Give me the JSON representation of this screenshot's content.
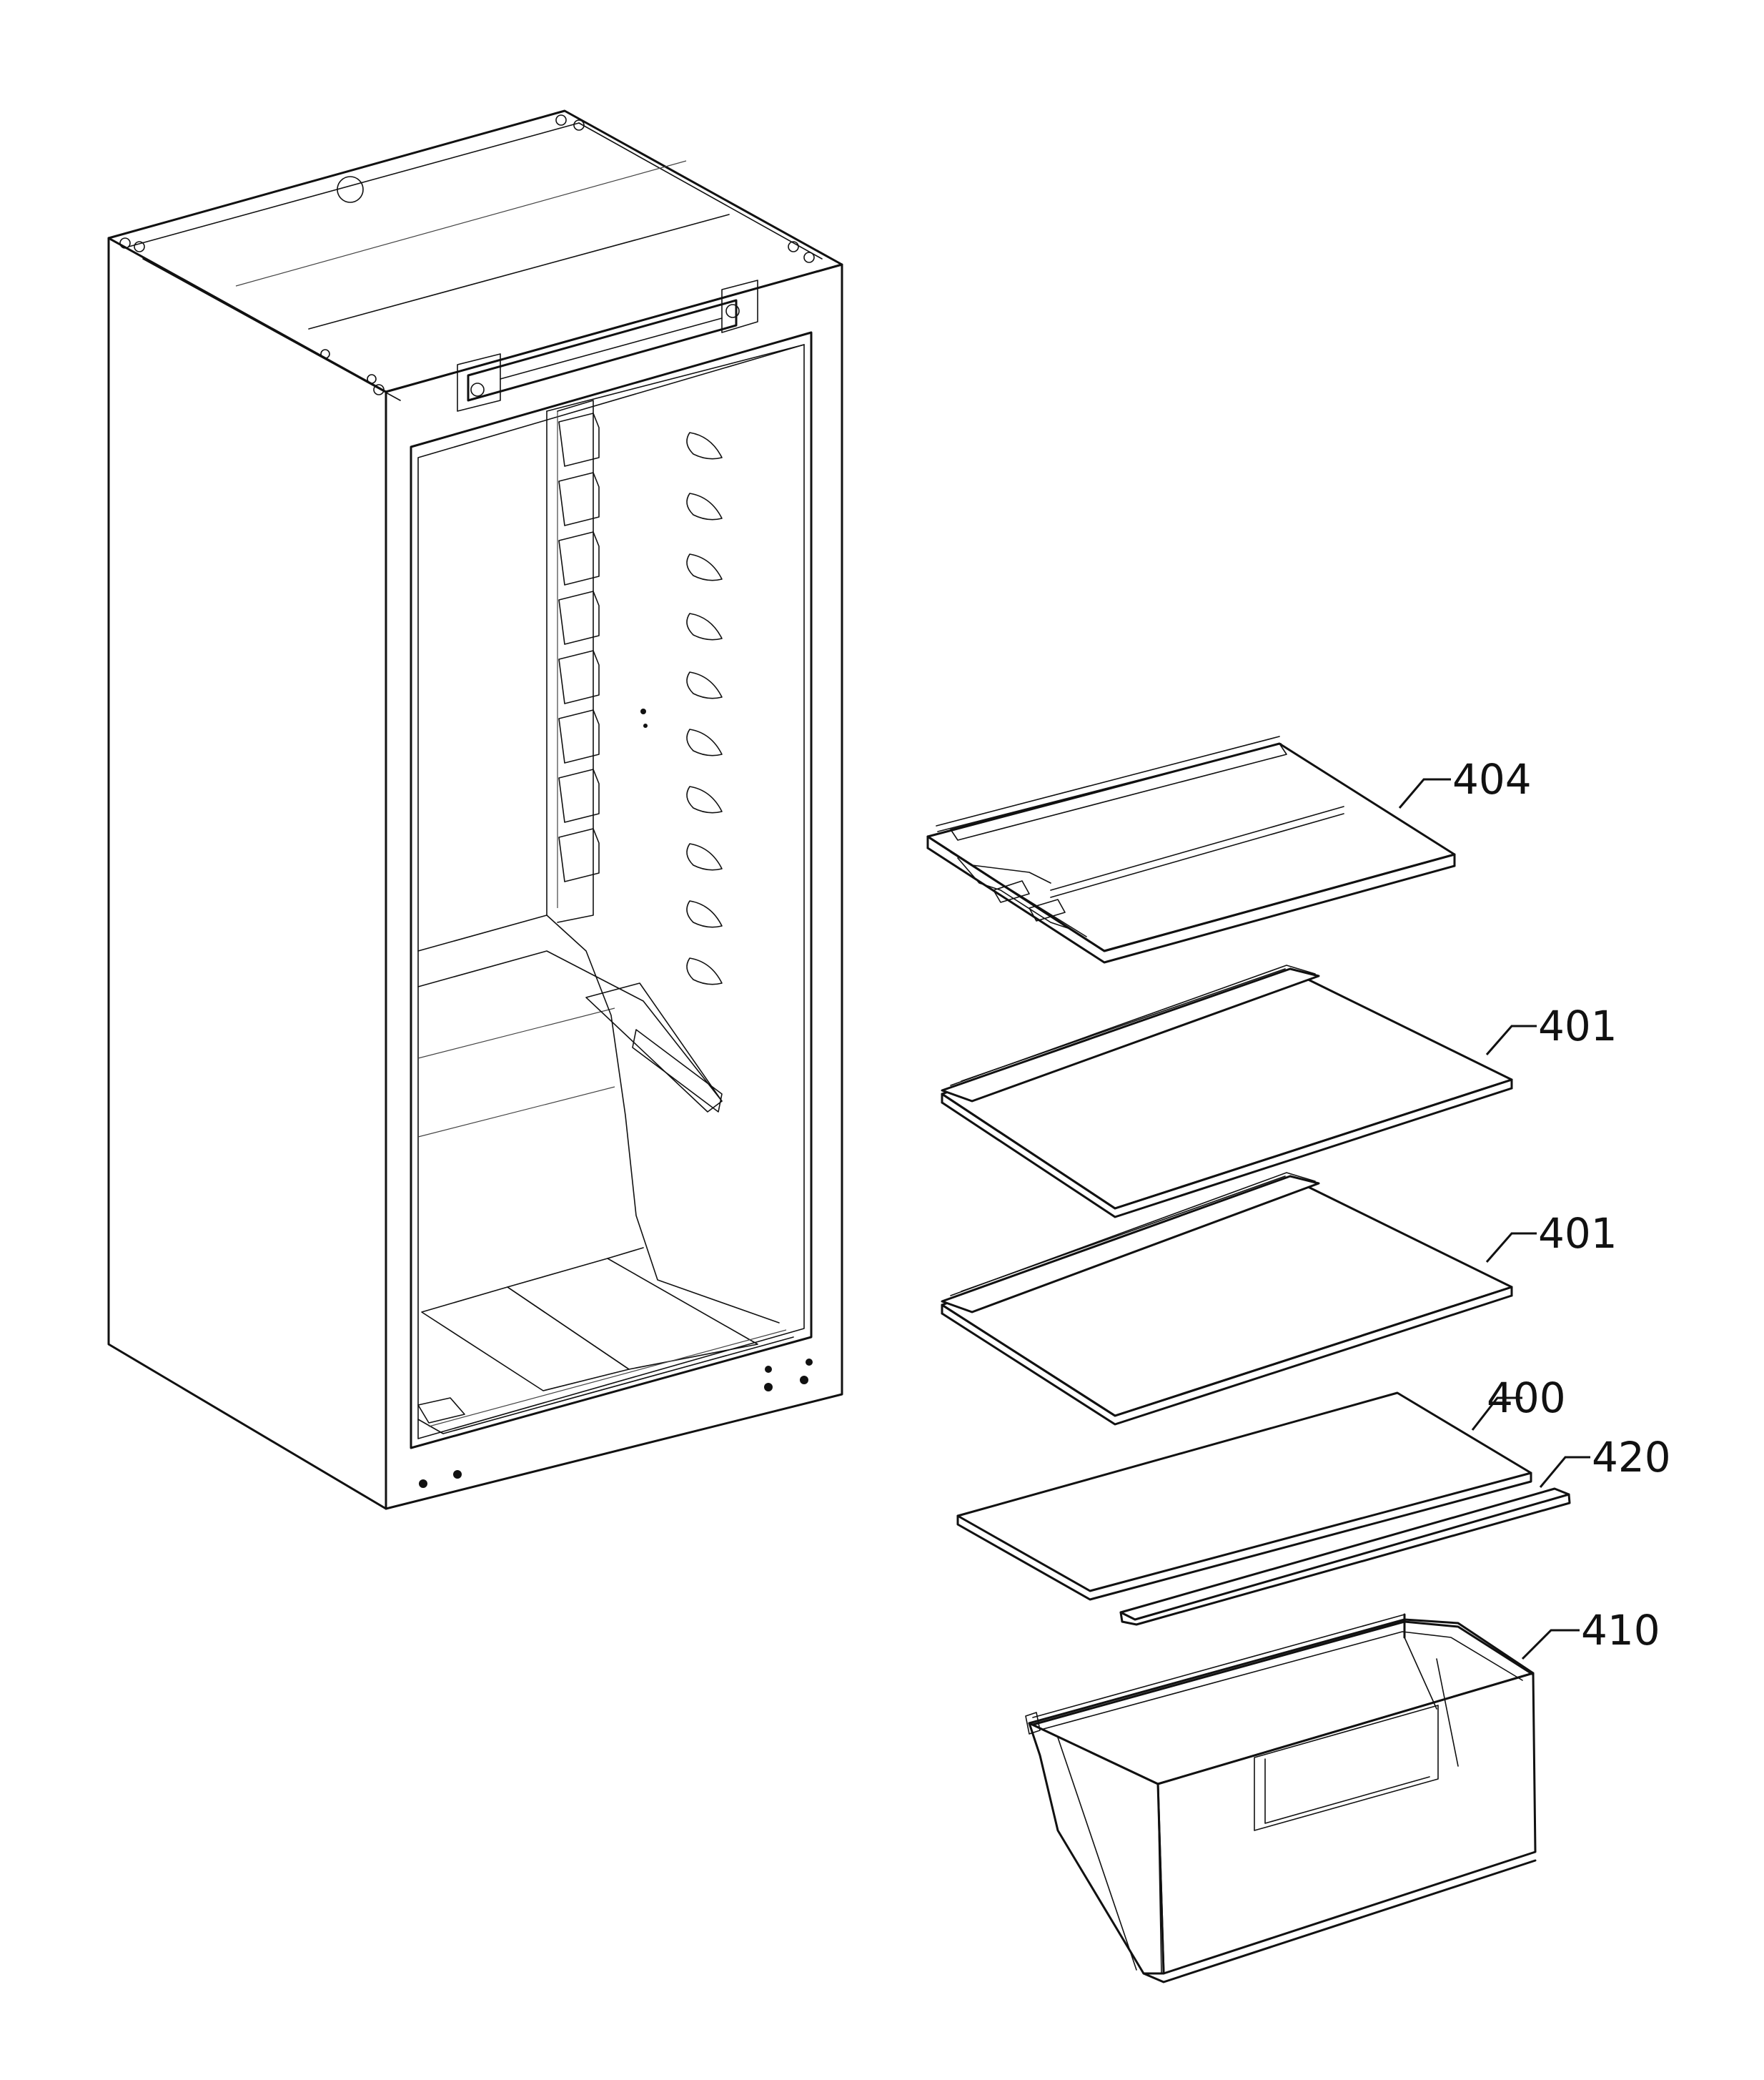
{
  "diagram": {
    "type": "exploded-parts-view",
    "callouts": [
      {
        "id": "c404",
        "label": "404"
      },
      {
        "id": "c401a",
        "label": "401"
      },
      {
        "id": "c401b",
        "label": "401"
      },
      {
        "id": "c400",
        "label": "400"
      },
      {
        "id": "c420",
        "label": "420"
      },
      {
        "id": "c410",
        "label": "410"
      }
    ]
  }
}
